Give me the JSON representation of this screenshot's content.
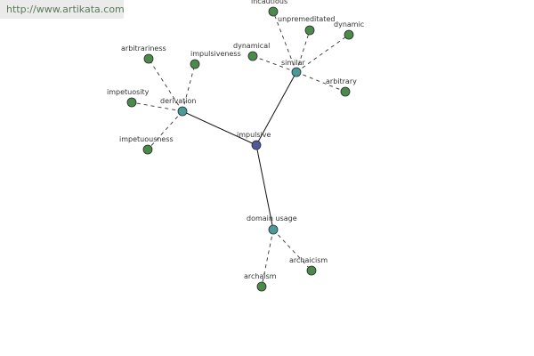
{
  "source_url": "http://www.artikata.com",
  "colors": {
    "center_node": "#4a5a9a",
    "relation_node": "#4a9a9a",
    "leaf_node": "#4a8a4a",
    "node_stroke": "#2a2a2a",
    "solid_edge": "#111111",
    "dashed_edge": "#333333"
  },
  "graph": {
    "center": {
      "id": "impulsive",
      "label": "impulsive"
    },
    "relations": [
      {
        "id": "derivation",
        "label": "derivation"
      },
      {
        "id": "similar",
        "label": "similar"
      },
      {
        "id": "domain_usage",
        "label": "domain usage"
      }
    ],
    "leaves": [
      {
        "id": "arbitrariness",
        "label": "arbitrariness",
        "relation": "derivation"
      },
      {
        "id": "impulsiveness",
        "label": "impulsiveness",
        "relation": "derivation"
      },
      {
        "id": "impetuosity",
        "label": "impetuosity",
        "relation": "derivation"
      },
      {
        "id": "impetuousness",
        "label": "impetuousness",
        "relation": "derivation"
      },
      {
        "id": "incautious",
        "label": "incautious",
        "relation": "similar"
      },
      {
        "id": "unpremeditated",
        "label": "unpremeditated",
        "relation": "similar"
      },
      {
        "id": "dynamic",
        "label": "dynamic",
        "relation": "similar"
      },
      {
        "id": "dynamical",
        "label": "dynamical",
        "relation": "similar"
      },
      {
        "id": "arbitrary",
        "label": "arbitrary",
        "relation": "similar"
      },
      {
        "id": "archaism",
        "label": "archaism",
        "relation": "domain_usage"
      },
      {
        "id": "archaicism",
        "label": "archaicism",
        "relation": "domain_usage"
      }
    ]
  }
}
